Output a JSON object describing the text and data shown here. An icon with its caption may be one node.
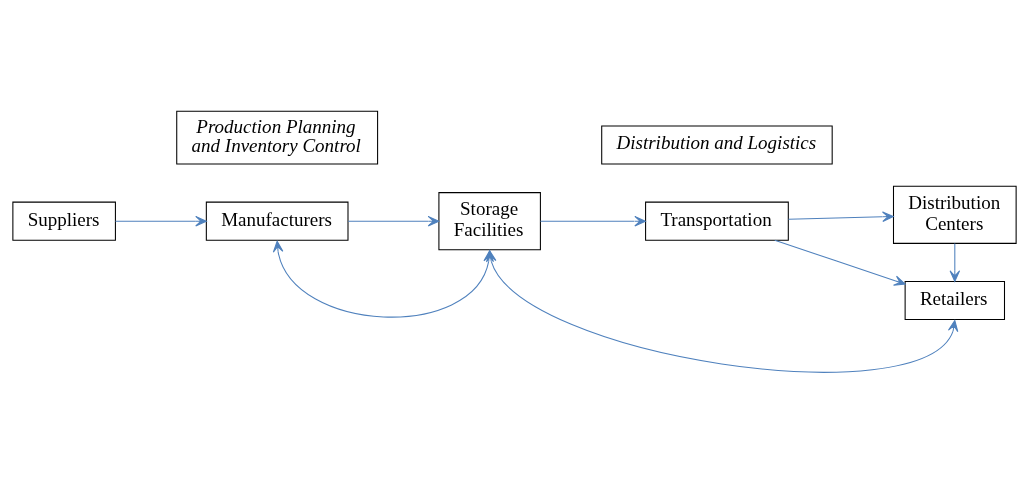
{
  "diagram": {
    "nodes": [
      {
        "text": [
          "Suppliers"
        ]
      },
      {
        "text": [
          "Manufacturers"
        ]
      },
      {
        "text": [
          "Storage Facilities"
        ]
      },
      {
        "text": [
          "Transportation"
        ]
      },
      {
        "text": [
          "Distribution Centers"
        ]
      },
      {
        "text": [
          "Retailers"
        ]
      },
      {
        "text": [
          "Production Planning and Inventory Control"
        ]
      },
      {
        "text": [
          "Distribution and Logistics"
        ]
      }
    ],
    "edges": [
      {
        "from": 0,
        "to": 1,
        "arrow": "to"
      },
      {
        "from": 1,
        "to": 2,
        "arrow": "to"
      },
      {
        "from": 2,
        "to": 3,
        "arrow": "to"
      },
      {
        "from": 3,
        "to": 4,
        "arrow": "to"
      },
      {
        "from": 3,
        "to": 5,
        "arrow": "to"
      },
      {
        "from": 4,
        "to": 5,
        "arrow": "to"
      },
      {
        "from": 1,
        "to": 2,
        "arrow": "both"
      },
      {
        "from": 2,
        "to": 5,
        "arrow": "both"
      }
    ]
  }
}
